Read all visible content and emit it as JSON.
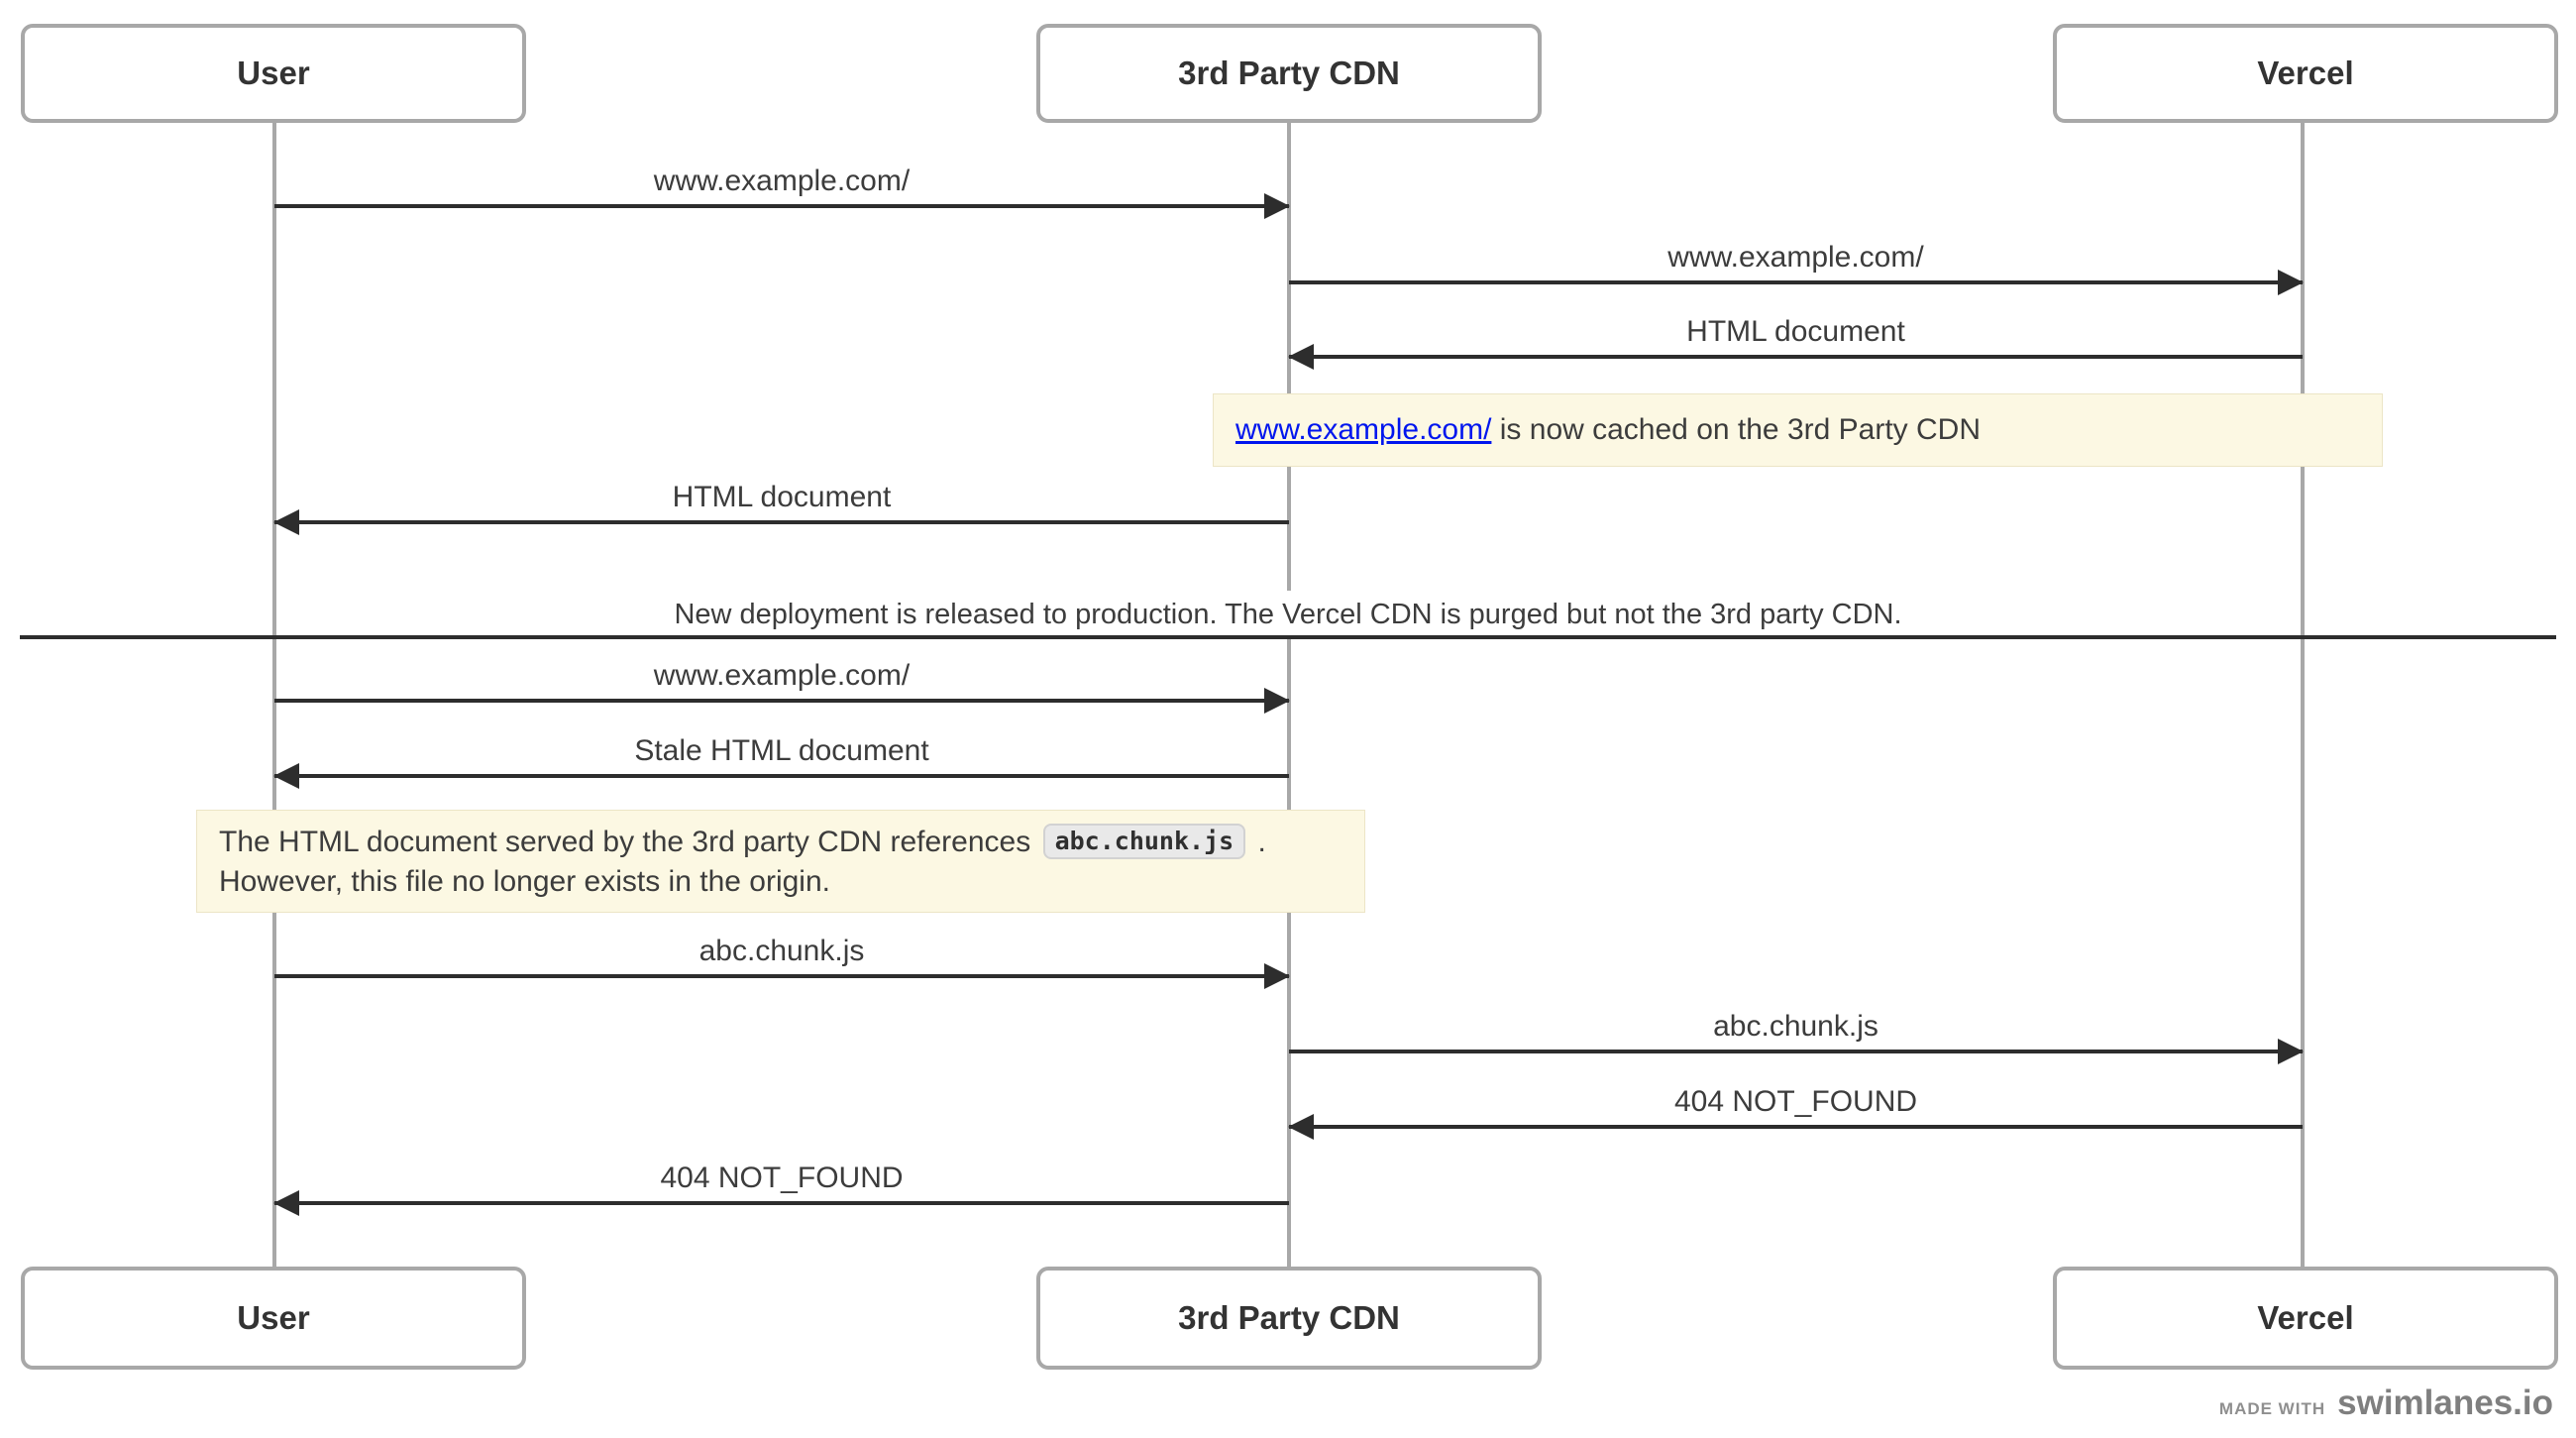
{
  "diagram": {
    "actors": [
      {
        "name": "User"
      },
      {
        "name": "3rd Party CDN"
      },
      {
        "name": "Vercel"
      }
    ],
    "messages": [
      {
        "from": "User",
        "to": "3rd Party CDN",
        "label": "www.example.com/"
      },
      {
        "from": "3rd Party CDN",
        "to": "Vercel",
        "label": "www.example.com/"
      },
      {
        "from": "Vercel",
        "to": "3rd Party CDN",
        "label": "HTML document"
      },
      {
        "from": "3rd Party CDN",
        "to": "User",
        "label": "HTML document"
      },
      {
        "from": "User",
        "to": "3rd Party CDN",
        "label": "www.example.com/"
      },
      {
        "from": "3rd Party CDN",
        "to": "User",
        "label": "Stale HTML document"
      },
      {
        "from": "User",
        "to": "3rd Party CDN",
        "label": "abc.chunk.js"
      },
      {
        "from": "3rd Party CDN",
        "to": "Vercel",
        "label": "abc.chunk.js"
      },
      {
        "from": "Vercel",
        "to": "3rd Party CDN",
        "label": "404 NOT_FOUND"
      },
      {
        "from": "3rd Party CDN",
        "to": "User",
        "label": "404 NOT_FOUND"
      }
    ],
    "notes": [
      {
        "link_text": "www.example.com/",
        "text": " is now cached on the 3rd Party CDN"
      },
      {
        "text_before": "The HTML document served by the 3rd party CDN references ",
        "code": "abc.chunk.js",
        "text_after": " . However, this file no longer exists in the origin."
      }
    ],
    "divider": {
      "text": "New deployment is released to production. The Vercel CDN is purged but not the 3rd party CDN."
    }
  },
  "footer": {
    "made_with": "MADE WITH",
    "brand": "swimlanes.io"
  },
  "colors": {
    "arrow": "#2d2d2d",
    "lifeline": "#a8a8a8",
    "actor_border": "#a8a8a8",
    "note_background": "#fcf8e3",
    "link_blue": "#0016ee",
    "label_text": "#3c3c3c",
    "footer_gray": "#8a8a8a"
  }
}
